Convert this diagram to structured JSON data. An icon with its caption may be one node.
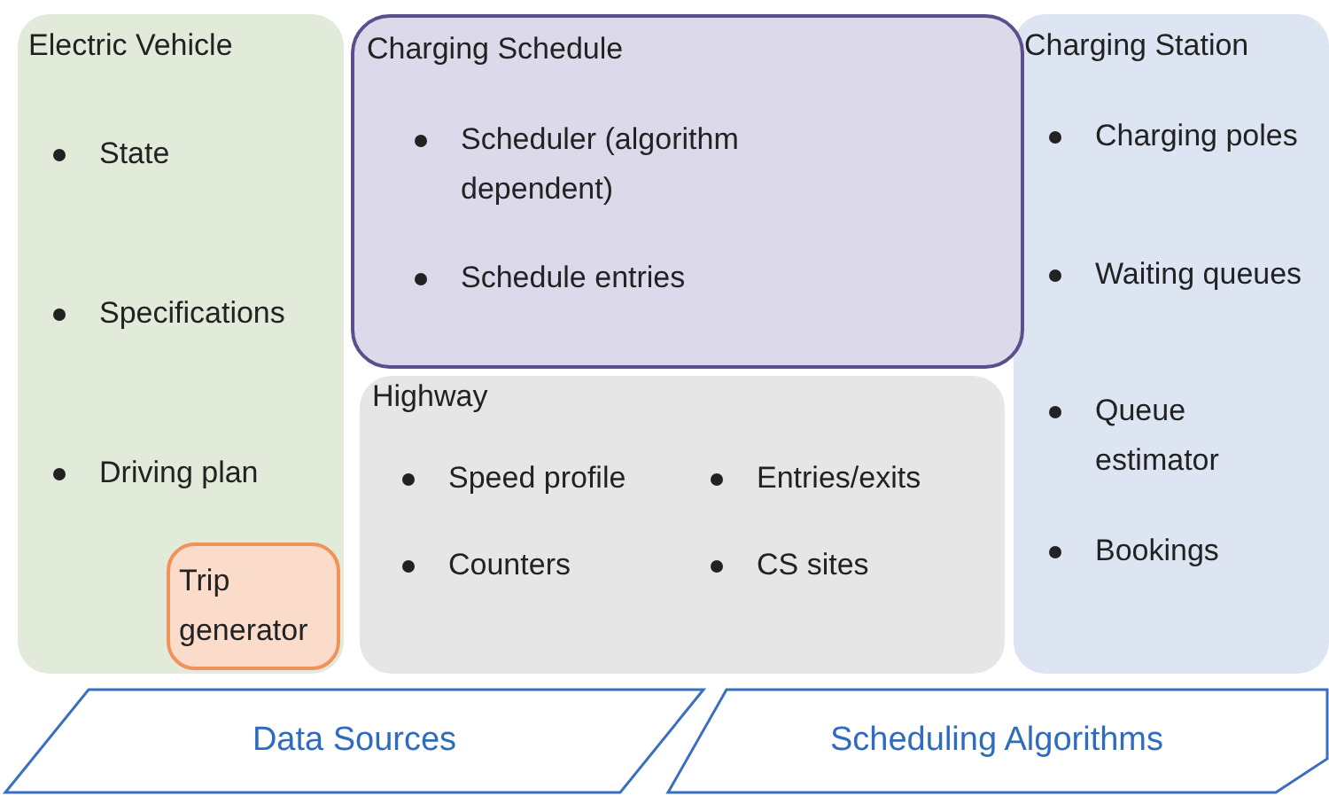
{
  "diagram": {
    "nodes": [
      {
        "text": [
          "Electric Vehicle",
          "State",
          "Specifications",
          "Driving plan"
        ]
      },
      {
        "text": [
          "Charging Schedule",
          "Scheduler (algorithm dependent)",
          "Schedule entries"
        ]
      },
      {
        "text": [
          "Charging Station",
          "Charging poles",
          "Waiting queues",
          "Queue estimator",
          "Bookings"
        ]
      },
      {
        "text": [
          "Highway",
          "Speed profile",
          "Entries/exits",
          "Counters",
          "CS sites"
        ]
      },
      {
        "text": [
          "Trip generator"
        ],
        "in": 0
      },
      {
        "text": [
          "Data Sources"
        ]
      },
      {
        "text": [
          "Scheduling Algorithms"
        ]
      }
    ]
  }
}
